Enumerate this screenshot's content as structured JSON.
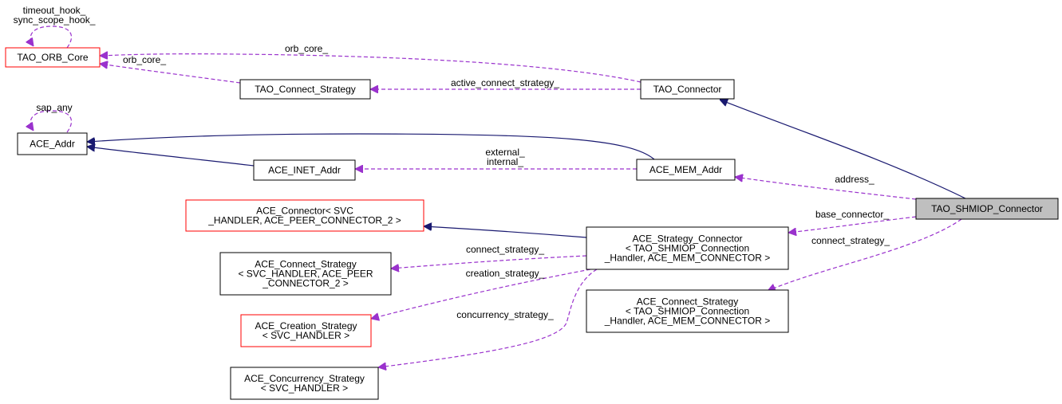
{
  "nodes": {
    "orb_core": {
      "lines": [
        "TAO_ORB_Core"
      ]
    },
    "connect_strategy": {
      "lines": [
        "TAO_Connect_Strategy"
      ]
    },
    "tao_connector": {
      "lines": [
        "TAO_Connector"
      ]
    },
    "ace_addr": {
      "lines": [
        "ACE_Addr"
      ]
    },
    "inet_addr": {
      "lines": [
        "ACE_INET_Addr"
      ]
    },
    "mem_addr": {
      "lines": [
        "ACE_MEM_Addr"
      ]
    },
    "shmiop_connector": {
      "lines": [
        "TAO_SHMIOP_Connector"
      ]
    },
    "ace_connector": {
      "lines": [
        "ACE_Connector< SVC",
        "_HANDLER, ACE_PEER_CONNECTOR_2 >"
      ]
    },
    "strategy_connector": {
      "lines": [
        "ACE_Strategy_Connector",
        "< TAO_SHMIOP_Connection",
        "_Handler, ACE_MEM_CONNECTOR >"
      ]
    },
    "ace_connect_strategy": {
      "lines": [
        "ACE_Connect_Strategy",
        "< SVC_HANDLER, ACE_PEER",
        "_CONNECTOR_2 >"
      ]
    },
    "connect_strategy_mem": {
      "lines": [
        "ACE_Connect_Strategy",
        "< TAO_SHMIOP_Connection",
        "_Handler, ACE_MEM_CONNECTOR >"
      ]
    },
    "creation_strategy": {
      "lines": [
        "ACE_Creation_Strategy",
        "< SVC_HANDLER >"
      ]
    },
    "concurrency_strategy": {
      "lines": [
        "ACE_Concurrency_Strategy",
        "< SVC_HANDLER >"
      ]
    }
  },
  "edge_labels": {
    "orb_core_self": [
      "timeout_hook_",
      "sync_scope_hook_"
    ],
    "orb_core_from_connector": [
      "orb_core_"
    ],
    "orb_core_from_strategy": [
      "orb_core_"
    ],
    "active_connect_strategy": [
      "active_connect_strategy_"
    ],
    "sap_any": [
      "sap_any"
    ],
    "inet_from_mem": [
      "external_",
      "internal_"
    ],
    "address": [
      "address_"
    ],
    "base_connector": [
      "base_connector_"
    ],
    "connect_strategy_mem": [
      "connect_strategy_"
    ],
    "connect_strategy": [
      "connect_strategy_"
    ],
    "creation_strategy": [
      "creation_strategy_"
    ],
    "concurrency_strategy": [
      "concurrency_strategy_"
    ]
  },
  "colors": {
    "inheritance_edge": "#191970",
    "usage_edge": "#9a32cd",
    "highlight_border": "#ff0000",
    "focus_fill": "#bfbfbf"
  }
}
